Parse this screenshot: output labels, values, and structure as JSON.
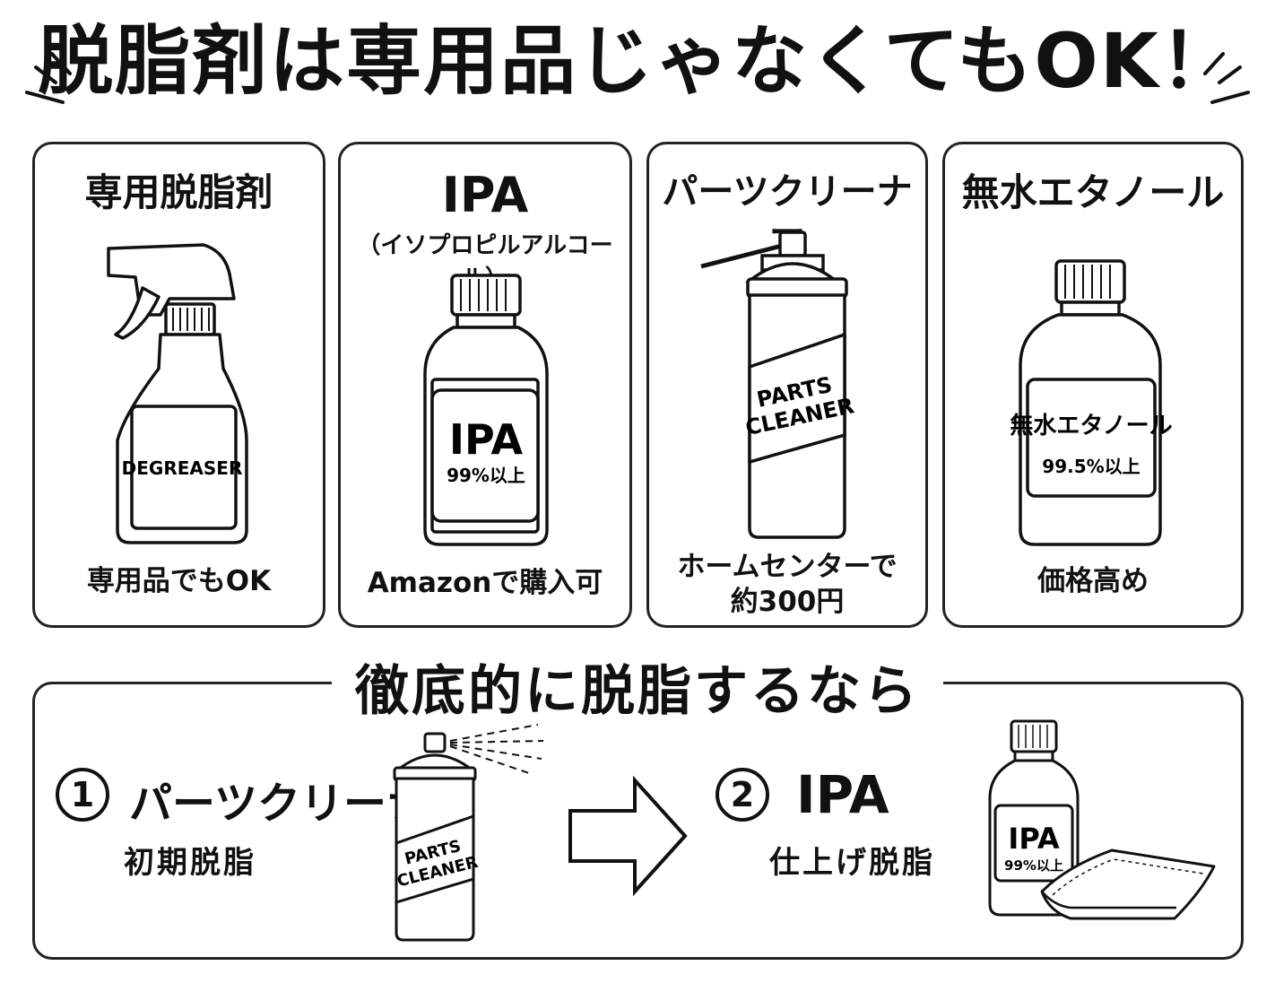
{
  "title": "脱脂剤は専用品じゃなくてもOK！",
  "cards": [
    {
      "name": "専用脱脂剤",
      "subtitle": "",
      "product_label": "DEGREASER",
      "product_sub": "",
      "note": "専用品でもOK",
      "note_line2": ""
    },
    {
      "name": "IPA",
      "subtitle": "（イソプロピルアルコール）",
      "product_label": "IPA",
      "product_sub": "99%以上",
      "note": "Amazonで購入可",
      "note_line2": ""
    },
    {
      "name": "パーツクリーナー",
      "subtitle": "",
      "product_label": "PARTS",
      "product_sub": "CLEANER",
      "note": "ホームセンターで",
      "note_line2": "約300円"
    },
    {
      "name": "無水エタノール",
      "subtitle": "",
      "product_label": "無水エタノール",
      "product_sub": "99.5%以上",
      "note": "価格高め",
      "note_line2": ""
    }
  ],
  "section": {
    "title": "徹底的に脱脂するなら",
    "steps": [
      {
        "number": "1",
        "name": "パーツクリーナー",
        "description": "初期脱脂",
        "label": "PARTS",
        "label2": "CLEANER"
      },
      {
        "number": "2",
        "name": "IPA",
        "description": "仕上げ脱脂",
        "label": "IPA",
        "label2": "99%以上"
      }
    ]
  },
  "colors": {
    "ink": "#111111",
    "card_border": "#222222",
    "background": "#ffffff"
  },
  "icons": [
    "spray-bottle-icon",
    "bottle-icon",
    "spray-can-icon",
    "bottle-icon",
    "right-arrow-icon",
    "cloth-icon"
  ]
}
